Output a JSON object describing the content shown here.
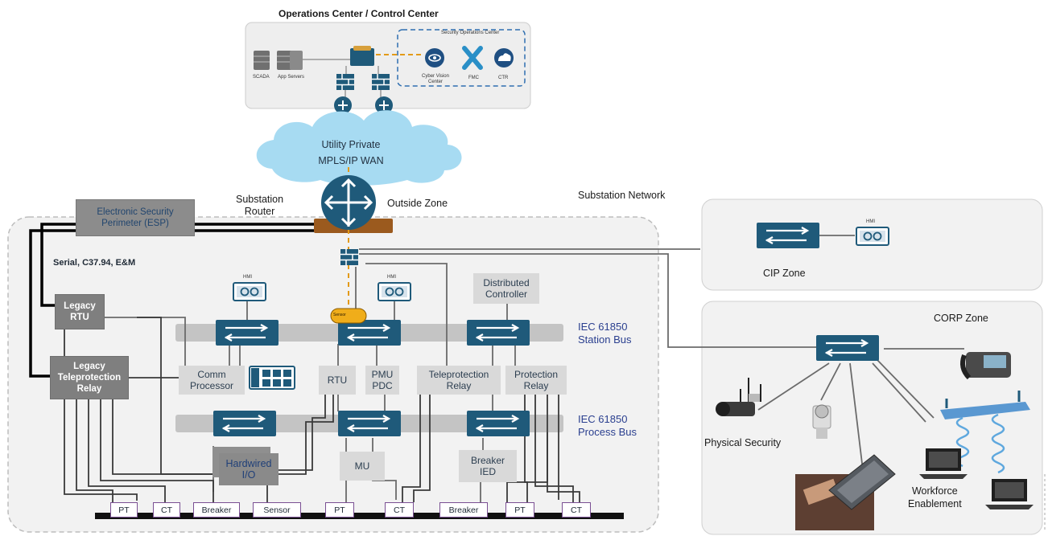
{
  "title": "Operations Center / Control Center",
  "ops_center": {
    "scada": "SCADA",
    "app_servers": "App Servers",
    "soc_label": "Security Operations Center",
    "cyber_vision": "Cyber Vision Center",
    "fmc": "FMC",
    "ctr": "CTR"
  },
  "wan": {
    "line1": "Utility Private",
    "line2": "MPLS/IP WAN"
  },
  "router": {
    "label_line1": "Substation",
    "label_line2": "Router",
    "outside_zone": "Outside Zone"
  },
  "esp": {
    "line1": "Electronic Security",
    "line2": "Perimeter (ESP)"
  },
  "substation_network": "Substation Network",
  "serial_label": "Serial, C37.94, E&M",
  "legacy": {
    "rtu": [
      "Legacy",
      "RTU"
    ],
    "teleprotection": [
      "Legacy",
      "Teleprotection",
      "Relay"
    ]
  },
  "hmi": "HMI",
  "sensor_tag": "Sensor",
  "station": {
    "distributed_controller": [
      "Distributed",
      "Controller"
    ],
    "bus_label": [
      "IEC 61850",
      "Station Bus"
    ],
    "comm_processor": [
      "Comm",
      "Processor"
    ],
    "rtu": "RTU",
    "pmu_pdc": [
      "PMU",
      "PDC"
    ],
    "teleprotection_relay": [
      "Teleprotection",
      "Relay"
    ],
    "protection_relay": [
      "Protection",
      "Relay"
    ]
  },
  "process": {
    "bus_label": [
      "IEC 61850",
      "Process Bus"
    ],
    "hardwired_io": [
      "Hardwired",
      "I/O"
    ],
    "mu": "MU",
    "breaker_ied": [
      "Breaker",
      "IED"
    ]
  },
  "field_devices": [
    "PT",
    "CT",
    "Breaker",
    "Sensor",
    "PT",
    "CT",
    "Breaker",
    "PT",
    "CT"
  ],
  "cip_zone": {
    "label": "CIP Zone",
    "hmi": "HMI"
  },
  "corp_zone": {
    "label": "CORP Zone",
    "physical_security": "Physical Security",
    "workforce": [
      "Workforce",
      "Enablement"
    ]
  }
}
